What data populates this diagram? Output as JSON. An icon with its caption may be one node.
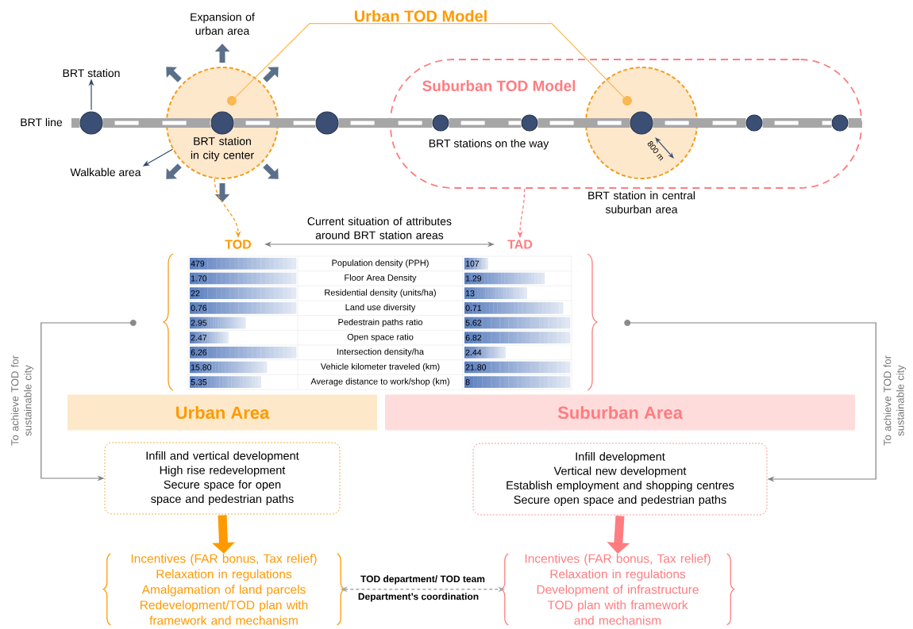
{
  "diagram": {
    "nodes": [
      {
        "text": [
          "Urban TOD Model"
        ]
      },
      {
        "text": [
          "BRT station"
        ]
      },
      {
        "text": [
          "BRT station in city center"
        ]
      },
      {
        "text": [
          "Suburban TOD Model",
          "BRT stations on the way"
        ]
      },
      {
        "text": [],
        "shape": "circle",
        "in": 3,
        "beside": [
          "BRT station in central suburban area"
        ]
      },
      {
        "text": [
          "Walkable area"
        ]
      },
      {
        "text": [],
        "shape": "circle"
      },
      {
        "text": [],
        "shape": "circle",
        "in": 2
      },
      {
        "text": [],
        "shape": "circle"
      },
      {
        "text": [],
        "shape": "circle",
        "in": 3
      },
      {
        "text": [],
        "shape": "circle",
        "in": 3
      },
      {
        "text": [],
        "shape": "circle",
        "in": 4
      },
      {
        "text": [],
        "shape": "circle",
        "in": 3
      },
      {
        "text": [],
        "shape": "circle",
        "in": 3
      },
      {
        "text": [
          "TOD"
        ]
      },
      {
        "text": [
          "TAD"
        ]
      },
      {
        "text": [],
        "shape": "box"
      },
      {
        "text": [
          "Urban Area"
        ]
      },
      {
        "text": [
          "Suburban Area"
        ]
      },
      {
        "text": [
          "Infill and vertical development",
          "High rise redevelopment",
          "Secure space for open space and pedestrian paths"
        ]
      },
      {
        "text": [
          "Infill development",
          "Vertical new development",
          "Establish employment and shopping centres",
          "Secure open space and pedestrian paths"
        ]
      },
      {
        "text": [
          "Incentives (FAR bonus, Tax relief)",
          "Relaxation in regulations",
          "Amalgamation of land parcels",
          "Redevelopment/TOD plan with framework and mechanism"
        ]
      },
      {
        "text": [
          "Incentives (FAR bonus, Tax relief)",
          "Relaxation in regulations",
          "Development of infrastructure",
          "TOD plan with framework and mechanism"
        ]
      },
      {
        "text": [],
        "shape": "circle",
        "in": 2
      },
      {
        "text": [],
        "shape": "circle",
        "in": 4
      }
    ],
    "edges": [
      {
        "from": 0,
        "to": 23,
        "arrow": "none",
        "color": "#f9b850"
      },
      {
        "from": 0,
        "to": 24,
        "arrow": "none",
        "color": "#f9b850"
      },
      {
        "from": 6,
        "to": 1,
        "arrow": "to",
        "color": "#34466b"
      },
      {
        "from": 2,
        "to": 5,
        "arrow": "to",
        "color": "#34466b"
      },
      {
        "from": 2,
        "to": 14,
        "arrow": "to",
        "style": "dashed",
        "color": "#f59c1a"
      },
      {
        "from": 3,
        "to": 15,
        "arrow": "to",
        "style": "dashed",
        "color": "#ff7c80"
      },
      {
        "from": 14,
        "to": 15,
        "arrow": "both",
        "label": "Current situation of attributes around BRT station areas",
        "color": "#808080"
      },
      {
        "from": 16,
        "to": 19,
        "arrow": "to",
        "label": "To achieve TOD for sustainable city",
        "color": "#808080"
      },
      {
        "from": 16,
        "to": 20,
        "arrow": "to",
        "label": "To achieve TOD for sustainable city",
        "color": "#808080"
      },
      {
        "from": 19,
        "to": 21,
        "arrow": "to",
        "style": "thick",
        "color": "#ff9900"
      },
      {
        "from": 20,
        "to": 22,
        "arrow": "to",
        "style": "thick",
        "color": "#ff7c80"
      },
      {
        "from": 21,
        "to": 22,
        "arrow": "both",
        "style": "dashed",
        "label": "TOD department/ TOD team"
      },
      {
        "from": 6,
        "to": 7,
        "arrow": "none",
        "style": "thick"
      },
      {
        "from": 7,
        "to": 8,
        "arrow": "none",
        "style": "thick"
      },
      {
        "from": 8,
        "to": 9,
        "arrow": "none",
        "style": "thick"
      },
      {
        "from": 9,
        "to": 10,
        "arrow": "none",
        "style": "thick"
      },
      {
        "from": 10,
        "to": 11,
        "arrow": "none",
        "style": "thick"
      },
      {
        "from": 11,
        "to": 12,
        "arrow": "none",
        "style": "thick"
      },
      {
        "from": 12,
        "to": 13,
        "arrow": "none",
        "style": "thick"
      }
    ],
    "labels": [
      "Expansion of urban area",
      "BRT line",
      "800 m",
      "479",
      "Population density (PPH)",
      "107",
      "1.70",
      "Floor Area Density",
      "1.29",
      "22",
      "Residential density (units/ha)",
      "13",
      "0.76",
      "Land use diversity",
      "0.71",
      "2.95",
      "Pedestrain paths ratio",
      "5.62",
      "2.47",
      "Open space ratio",
      "6.82",
      "6.26",
      "Intersection density/ha",
      "2.44",
      "15.80",
      "Vehicle kilometer traveled (km)",
      "21.80",
      "5.35",
      "Average distance to work/shop (km)",
      "8",
      "Department’s coordination"
    ]
  }
}
